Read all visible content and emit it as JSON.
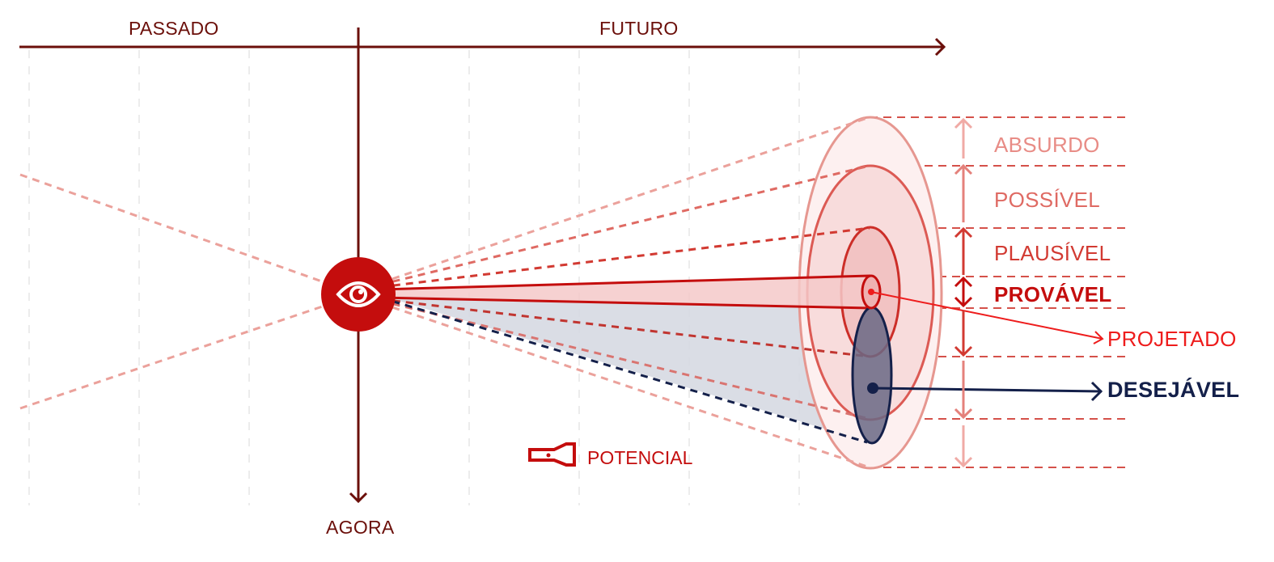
{
  "axes": {
    "past_label": "PASSADO",
    "future_label": "FUTURO",
    "now_label": "AGORA"
  },
  "observer": {
    "icon": "eye-icon"
  },
  "zones": [
    {
      "label": "ABSURDO",
      "color": "#e88c86"
    },
    {
      "label": "POSSÍVEL",
      "color": "#df6a63"
    },
    {
      "label": "PLAUSÍVEL",
      "color": "#d23a32"
    },
    {
      "label": "PROVÁVEL",
      "color": "#c40d0d"
    }
  ],
  "pointers": {
    "projected": {
      "label": "PROJETADO",
      "color": "#ee1c1c"
    },
    "desired": {
      "label": "DESEJÁVEL",
      "color": "#14204a"
    }
  },
  "legend": {
    "icon": "flashlight-icon",
    "label": "POTENCIAL",
    "color": "#c40d0d"
  },
  "colors": {
    "axis": "#6b0f0a",
    "brand_red": "#c40d0d",
    "navy": "#14204a",
    "grid": "#eeeeee"
  }
}
